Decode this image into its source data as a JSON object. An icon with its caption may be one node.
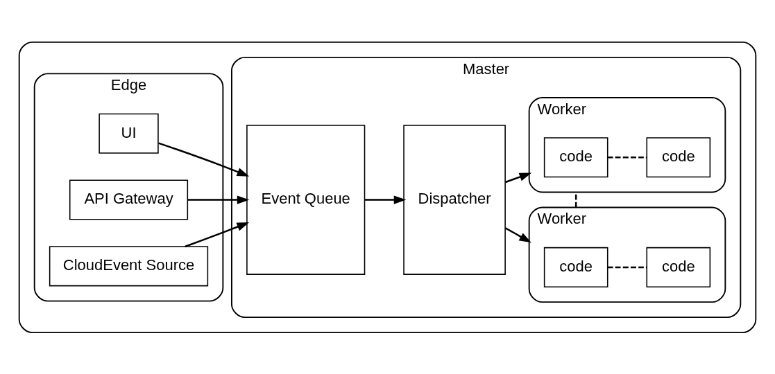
{
  "diagram": {
    "nodes": [
      {
        "text": [],
        "shape": "box"
      },
      {
        "text": [
          "Edge"
        ],
        "in": 0
      },
      {
        "text": [
          "UI"
        ],
        "in": 1
      },
      {
        "text": [
          "API Gateway"
        ],
        "in": 1
      },
      {
        "text": [
          "CloudEvent Source"
        ],
        "in": 1
      },
      {
        "text": [
          "Master"
        ],
        "in": 0
      },
      {
        "text": [
          "Event Queue"
        ],
        "in": 5
      },
      {
        "text": [
          "Dispatcher"
        ],
        "in": 5
      },
      {
        "text": [
          "Worker"
        ],
        "in": 5
      },
      {
        "text": [
          "code"
        ],
        "in": 8
      },
      {
        "text": [
          "code"
        ],
        "in": 8
      },
      {
        "text": [
          "Worker"
        ],
        "in": 5
      },
      {
        "text": [
          "code"
        ],
        "in": 11
      },
      {
        "text": [
          "code"
        ],
        "in": 11
      }
    ],
    "edges": [
      {
        "from": 2,
        "to": 6,
        "arrow": "to"
      },
      {
        "from": 3,
        "to": 6,
        "arrow": "to"
      },
      {
        "from": 4,
        "to": 6,
        "arrow": "to"
      },
      {
        "from": 6,
        "to": 7,
        "arrow": "to"
      },
      {
        "from": 7,
        "to": 8,
        "arrow": "to"
      },
      {
        "from": 7,
        "to": 11,
        "arrow": "to"
      },
      {
        "from": 9,
        "to": 10,
        "arrow": "none",
        "style": "dashed"
      },
      {
        "from": 12,
        "to": 13,
        "arrow": "none",
        "style": "dashed"
      },
      {
        "from": 8,
        "to": 11,
        "arrow": "none",
        "style": "dashed"
      }
    ]
  }
}
